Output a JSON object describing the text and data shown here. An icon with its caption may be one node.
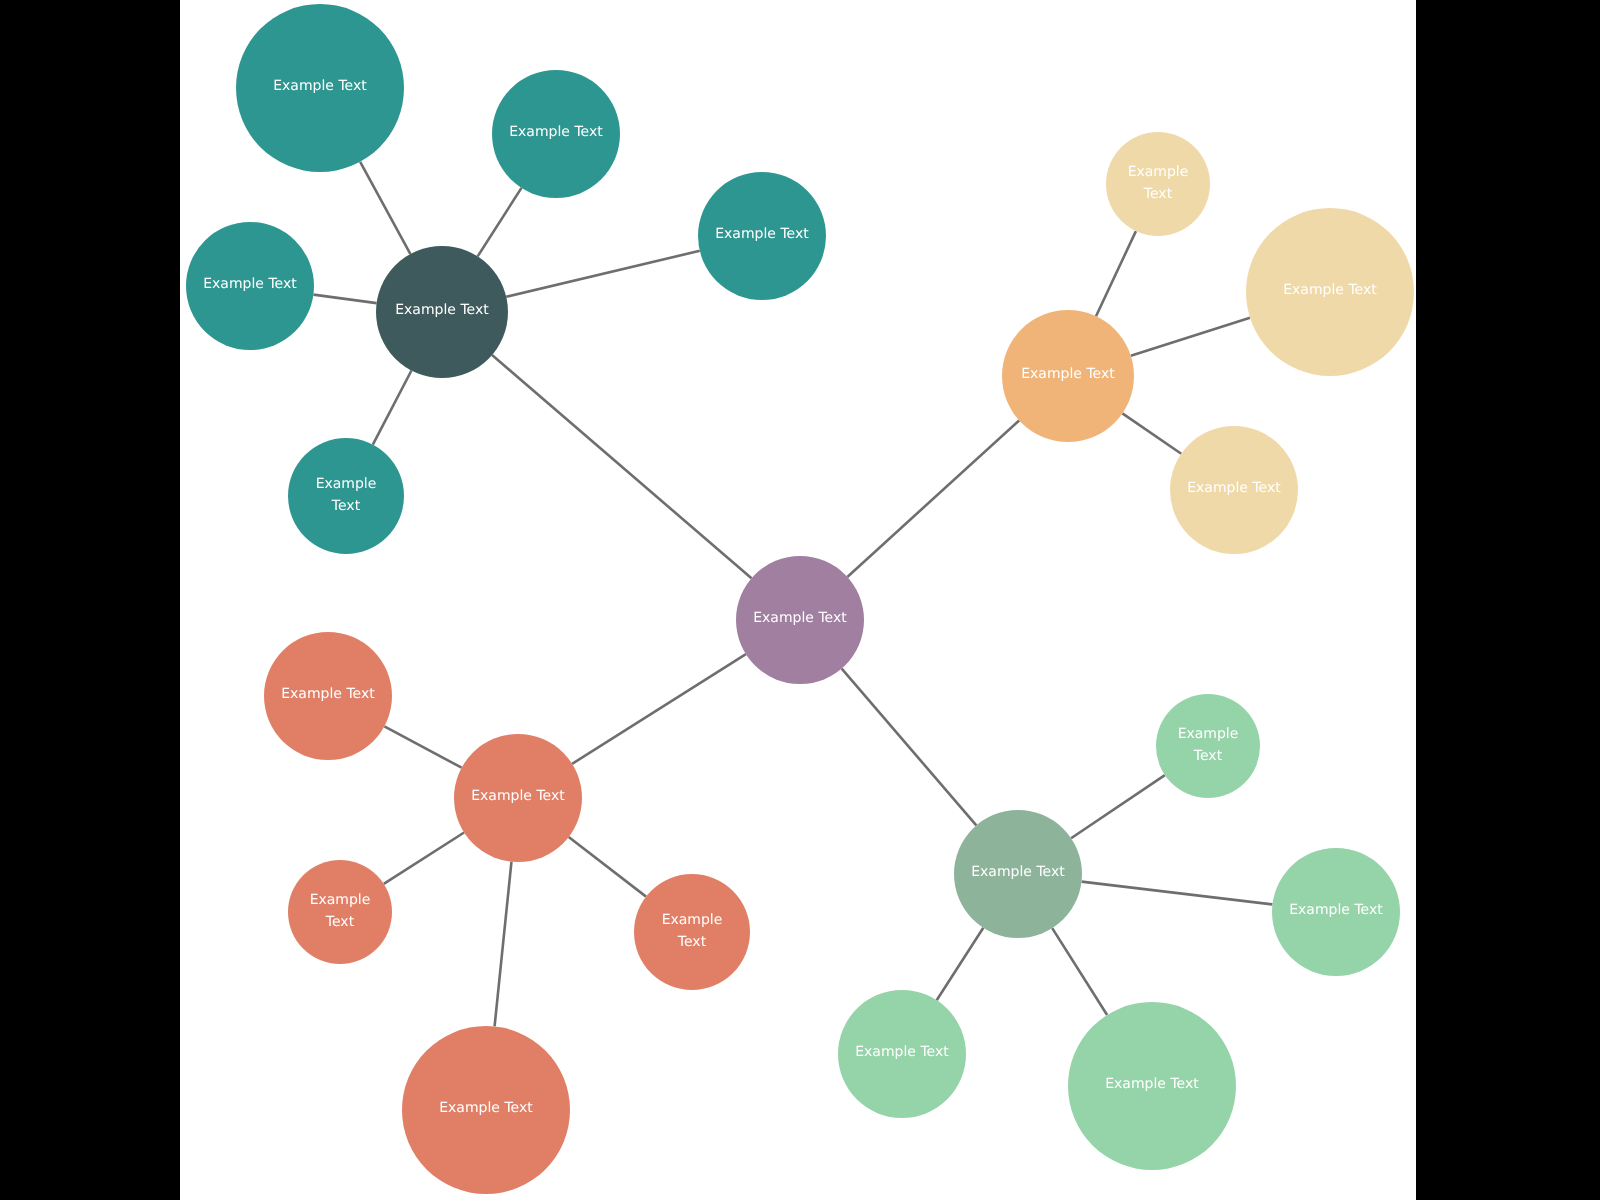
{
  "diagram": {
    "nodes": [
      {
        "text": [
          "Example Text"
        ]
      },
      {
        "text": [
          "Example Text"
        ]
      },
      {
        "text": [
          "Example Text"
        ]
      },
      {
        "text": [
          "Example Text"
        ]
      },
      {
        "text": [
          "Example Text"
        ]
      },
      {
        "text": [
          "Example Text"
        ]
      },
      {
        "text": [
          "Example Text"
        ]
      },
      {
        "text": [
          "Example Text"
        ]
      },
      {
        "text": [
          "Example Text"
        ]
      },
      {
        "text": [
          "Example Text"
        ]
      },
      {
        "text": [
          "Example Text"
        ]
      },
      {
        "text": [
          "Example Text"
        ]
      },
      {
        "text": [
          "Example Text"
        ]
      },
      {
        "text": [
          "Example Text"
        ]
      },
      {
        "text": [
          "Example Text"
        ]
      },
      {
        "text": [
          "Example Text"
        ]
      },
      {
        "text": [
          "Example Text"
        ]
      },
      {
        "text": [
          "Example Text"
        ]
      },
      {
        "text": [
          "Example Text"
        ]
      },
      {
        "text": [
          "Example Text"
        ]
      },
      {
        "text": [
          "Example Text"
        ]
      }
    ],
    "edges": [
      {
        "from": 0,
        "to": 1,
        "arrow": "none"
      },
      {
        "from": 1,
        "to": 2,
        "arrow": "none"
      },
      {
        "from": 1,
        "to": 3,
        "arrow": "none"
      },
      {
        "from": 1,
        "to": 4,
        "arrow": "none"
      },
      {
        "from": 1,
        "to": 5,
        "arrow": "none"
      },
      {
        "from": 1,
        "to": 6,
        "arrow": "none"
      },
      {
        "from": 0,
        "to": 7,
        "arrow": "none"
      },
      {
        "from": 7,
        "to": 8,
        "arrow": "none"
      },
      {
        "from": 7,
        "to": 9,
        "arrow": "none"
      },
      {
        "from": 7,
        "to": 10,
        "arrow": "none"
      },
      {
        "from": 0,
        "to": 11,
        "arrow": "none"
      },
      {
        "from": 11,
        "to": 12,
        "arrow": "none"
      },
      {
        "from": 11,
        "to": 13,
        "arrow": "none"
      },
      {
        "from": 11,
        "to": 14,
        "arrow": "none"
      },
      {
        "from": 11,
        "to": 15,
        "arrow": "none"
      },
      {
        "from": 0,
        "to": 16,
        "arrow": "none"
      },
      {
        "from": 16,
        "to": 17,
        "arrow": "none"
      },
      {
        "from": 16,
        "to": 18,
        "arrow": "none"
      },
      {
        "from": 16,
        "to": 19,
        "arrow": "none"
      },
      {
        "from": 16,
        "to": 20,
        "arrow": "none"
      }
    ]
  }
}
